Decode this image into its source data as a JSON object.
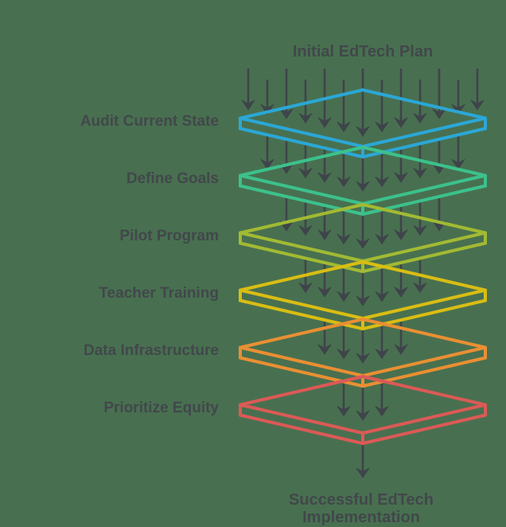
{
  "diagram": {
    "background_color": "#487050",
    "arrow_color": "#3f444a",
    "text_color": "#42474b",
    "source_label": "Initial EdTech Plan",
    "sink_label_line1": "Successful EdTech",
    "sink_label_line2": "Implementation",
    "layers": [
      {
        "label": "Audit Current State",
        "color": "#2ba7d6"
      },
      {
        "label": "Define Goals",
        "color": "#3cc18c"
      },
      {
        "label": "Pilot Program",
        "color": "#a2ba33"
      },
      {
        "label": "Teacher Training",
        "color": "#d9bd13"
      },
      {
        "label": "Data Infrastructure",
        "color": "#e98f33"
      },
      {
        "label": "Prioritize Equity",
        "color": "#db5a56"
      }
    ]
  }
}
